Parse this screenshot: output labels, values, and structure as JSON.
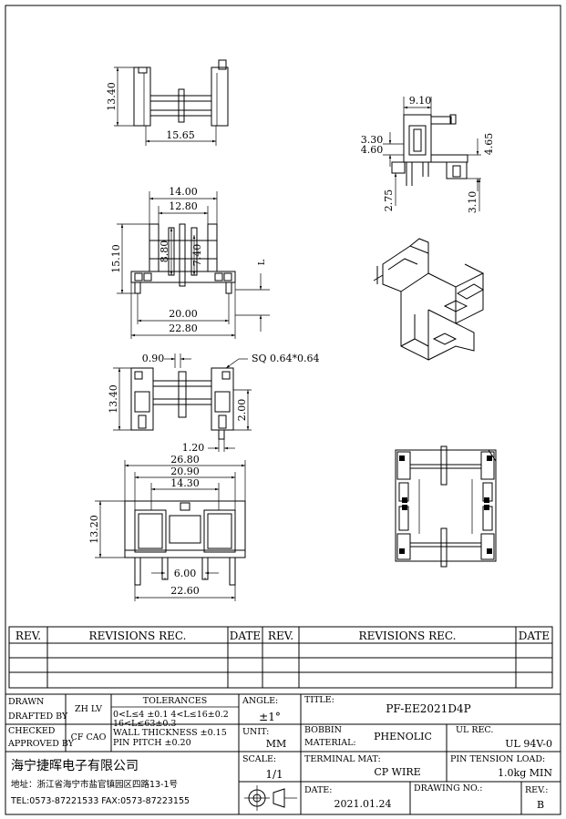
{
  "dimensions": {
    "top_view_height": "13.40",
    "top_view_length": "15.65",
    "side_width": "9.10",
    "side_a": "3.30",
    "side_b": "4.60",
    "side_c": "4.65",
    "side_d": "2.75",
    "side_e": "3.10",
    "front_w1": "14.00",
    "front_w2": "12.80",
    "front_h": "15.10",
    "front_h2": "8.80",
    "front_h3": "7.40",
    "front_l": "L",
    "front_pin_span": "20.00",
    "front_total": "22.80",
    "bottom_pin": "0.90",
    "bottom_sq": "SQ 0.64*0.64",
    "bottom_h": "13.40",
    "bottom_h2": "2.00",
    "bottom_pin_len": "1.20",
    "plan_w1": "26.80",
    "plan_w2": "20.90",
    "plan_w3": "14.30",
    "plan_h": "13.20",
    "plan_pitch": "6.00",
    "plan_total": "22.60"
  },
  "revisions": {
    "rev_header": "REV.",
    "rec_header": "REVISIONS  REC.",
    "date_header": "DATE"
  },
  "title_block": {
    "drawn_label": "DRAWN",
    "drafted_label": "DRAFTED BY",
    "drafted_by": "ZH LV",
    "checked_label": "CHECKED",
    "approved_label": "APPROVED BY",
    "approved_by": "CF CAO",
    "tolerances_label": "TOLERANCES",
    "tol_line1": "0<L≤4  ±0.1  4<L≤16±0.2",
    "tol_line2": "16<L≤63±0.3",
    "tol_line3": "WALL THICKNESS ±0.15",
    "tol_line4": "PIN PITCH ±0.20",
    "angle_label": "ANGLE:",
    "angle_value": "±1°",
    "unit_label": "UNIT:",
    "unit_value": "MM",
    "scale_label": "SCALE:",
    "scale_value": "1/1",
    "title_label": "TITLE:",
    "title_value": "PF-EE2021D4P",
    "bobbin_label": "BOBBIN",
    "material_label": "MATERIAL:",
    "material_value": "PHENOLIC",
    "ul_label": "UL REC.",
    "ul_value": "UL 94V-0",
    "terminal_label": "TERMINAL MAT:",
    "terminal_value": "CP WIRE",
    "tension_label": "PIN TENSION LOAD:",
    "tension_value": "1.0kg MIN",
    "date_label": "DATE:",
    "date_value": "2021.01.24",
    "drawing_no_label": "DRAWING NO.:",
    "rev_label": "REV.:",
    "rev_value": "B",
    "company_name": "海宁捷晖电子有限公司",
    "company_address": "地址：浙江省海宁市盐官镇园区四路13-1号",
    "company_contact": "TEL:0573-87221533 FAX:0573-87223155"
  }
}
